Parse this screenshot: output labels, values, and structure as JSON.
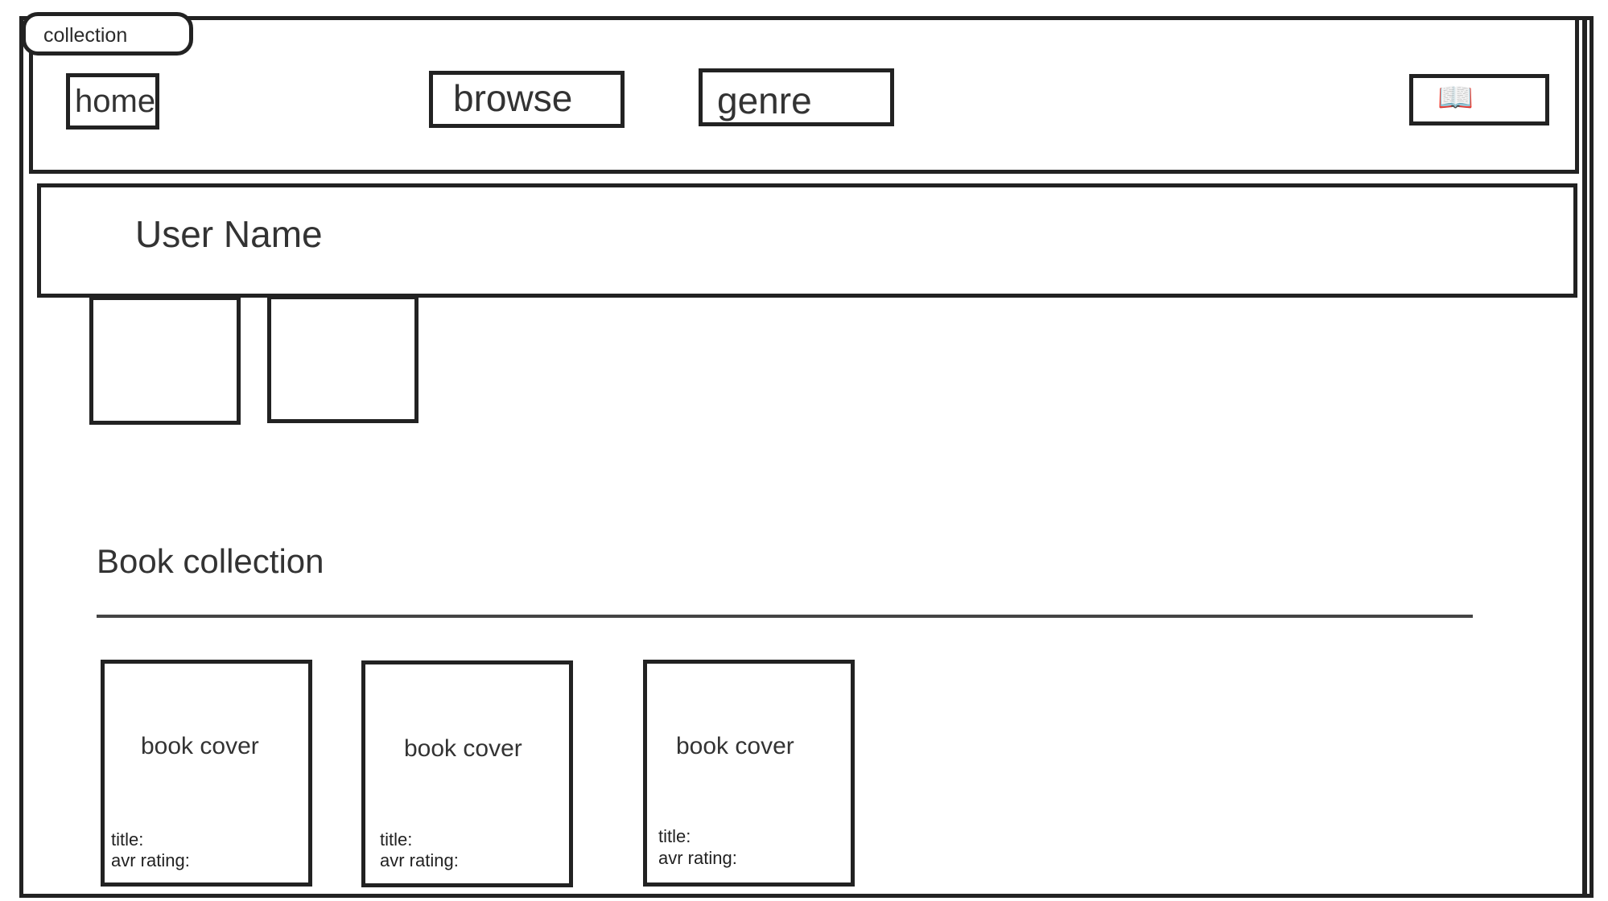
{
  "tab": {
    "label": "collection"
  },
  "nav": {
    "home_label": "home",
    "browse_label": "browse",
    "genre_label": "genre",
    "book_icon": "📖"
  },
  "profile": {
    "user_name": "User Name"
  },
  "section": {
    "title": "Book collection"
  },
  "books": [
    {
      "cover_label": "book cover",
      "title_label": "title:",
      "rating_label": "avr rating:"
    },
    {
      "cover_label": "book cover",
      "title_label": "title:",
      "rating_label": "avr rating:"
    },
    {
      "cover_label": "book cover",
      "title_label": "title:",
      "rating_label": "avr rating:"
    }
  ],
  "icons": {
    "book_icon_name": "open-book-icon"
  },
  "colors": {
    "stroke": "#222222",
    "text": "#333333",
    "background": "#ffffff"
  }
}
